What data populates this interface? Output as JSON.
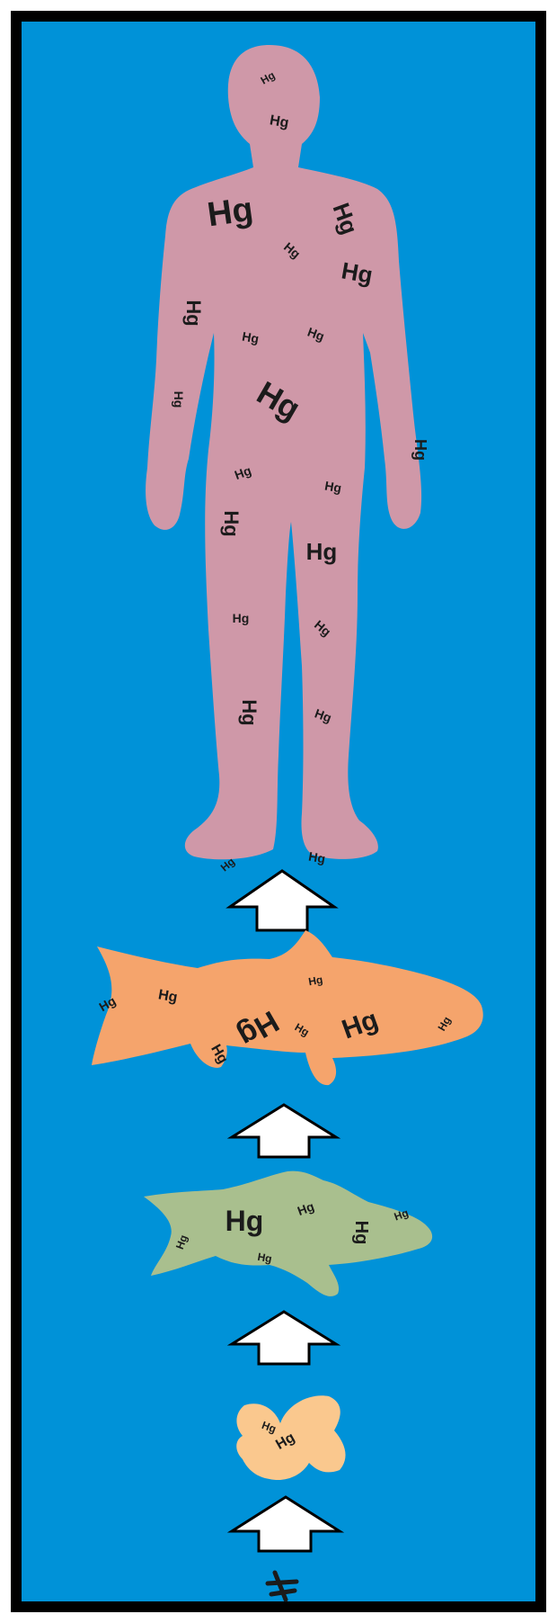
{
  "diagram": {
    "element_symbol": "Hg",
    "levels": [
      "plankton",
      "small fish",
      "large fish",
      "human"
    ],
    "colors": {
      "water": "#0092d8",
      "human": "#cf98a8",
      "large_fish": "#f5a46c",
      "small_fish": "#a9bf8e",
      "plankton": "#fac88e",
      "arrow": "#ffffff"
    }
  }
}
